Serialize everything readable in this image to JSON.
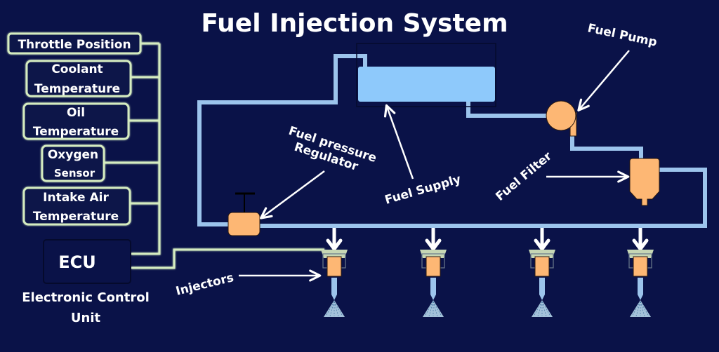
{
  "title": "Fuel Injection System",
  "colors": {
    "background": "#0a1248",
    "fuel_line": "#9cc4ec",
    "tank_fuel": "#8ec9fb",
    "component": "#fdb774",
    "sensor_wire": "#d5ecc0",
    "text": "#ffffff"
  },
  "sensors": [
    {
      "id": "throttle-position",
      "lines": [
        "Throttle Position"
      ]
    },
    {
      "id": "coolant-temperature",
      "lines": [
        "Coolant",
        "Temperature"
      ]
    },
    {
      "id": "oil-temperature",
      "lines": [
        "Oil",
        "Temperature"
      ]
    },
    {
      "id": "oxygen-sensor",
      "lines": [
        "Oxygen",
        "Sensor"
      ]
    },
    {
      "id": "intake-air-temperature",
      "lines": [
        "Intake Air",
        "Temperature"
      ]
    }
  ],
  "ecu": {
    "label": "ECU",
    "caption_line1": "Electronic Control",
    "caption_line2": "Unit"
  },
  "labels": {
    "fuel_pump": "Fuel Pump",
    "fuel_filter": "Fuel Filter",
    "fuel_supply": "Fuel Supply",
    "regulator_line1": "Fuel pressure",
    "regulator_line2": "Regulator",
    "injectors": "Injectors"
  },
  "injector_count": 4
}
